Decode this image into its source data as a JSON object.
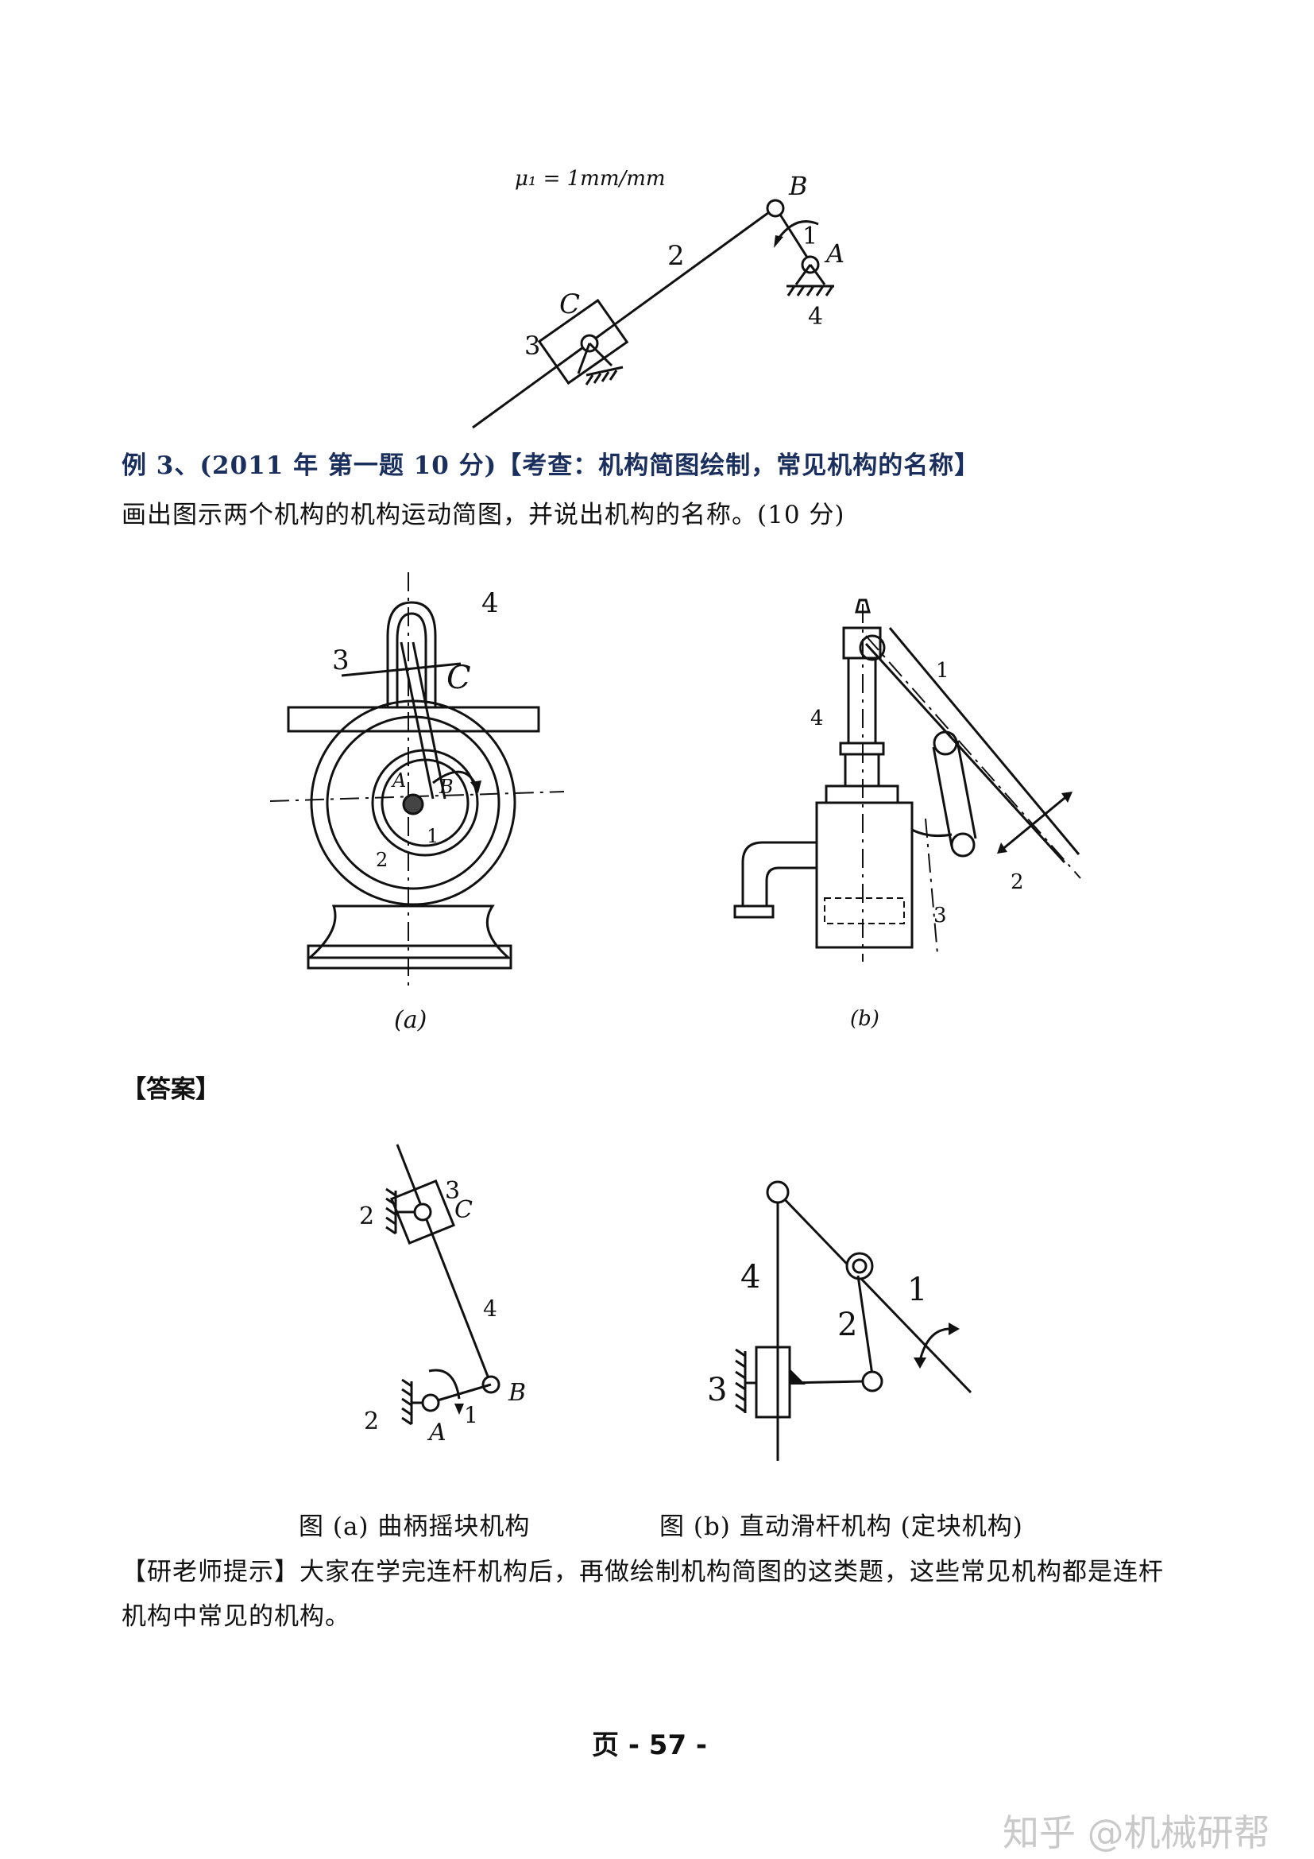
{
  "top_figure": {
    "scale": "μ₁ = 1mm/mm",
    "labels": {
      "B": "B",
      "A": "A",
      "C": "C",
      "n1": "1",
      "n2": "2",
      "n3": "3",
      "n4": "4"
    }
  },
  "example": {
    "heading": "例 3、(2011 年  第一题  10 分)【考查：机构简图绘制，常见机构的名称】",
    "question": "画出图示两个机构的机构运动简图，并说出机构的名称。(10 分)"
  },
  "figure_a": {
    "caption": "(a)",
    "labels": {
      "n4": "4",
      "n3": "3",
      "C": "C",
      "A": "A",
      "B": "B",
      "n1": "1",
      "n2": "2"
    }
  },
  "figure_b": {
    "caption": "(b)",
    "labels": {
      "n1": "1",
      "n4": "4",
      "n2": "2",
      "n3": "3"
    }
  },
  "answer": {
    "heading": "【答案】",
    "left_labels": {
      "n3": "3",
      "C": "C",
      "n2_top": "2",
      "n4": "4",
      "B": "B",
      "n2_bot": "2",
      "A": "A",
      "n1": "1"
    },
    "right_labels": {
      "n4": "4",
      "n1": "1",
      "n2": "2",
      "n3": "3"
    },
    "caption_a": "图 (a) 曲柄摇块机构",
    "caption_b": "图 (b) 直动滑杆机构 (定块机构)"
  },
  "tip": {
    "line1": "【研老师提示】大家在学完连杆机构后，再做绘制机构简图的这类题，这些常见机构都是连杆",
    "line2": "机构中常见的机构。"
  },
  "footer": {
    "page": "页 - 57 -"
  },
  "watermark": "知乎 @机械研帮"
}
